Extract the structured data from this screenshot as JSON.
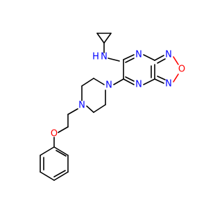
{
  "molecule": {
    "colors": {
      "bond": "#000000",
      "nitrogen": "#0000ff",
      "oxygen": "#ff0000"
    },
    "atom_labels": {
      "amine_n": "N",
      "amine_h": "H",
      "pyrazine_n_top": "N",
      "pyrazine_n_bottom": "N",
      "oxadiazole_n_top": "N",
      "oxadiazole_o": "O",
      "oxadiazole_n_bottom": "N",
      "piperazine_n_top": "N",
      "piperazine_n_bottom": "N",
      "ether_o": "O"
    }
  }
}
